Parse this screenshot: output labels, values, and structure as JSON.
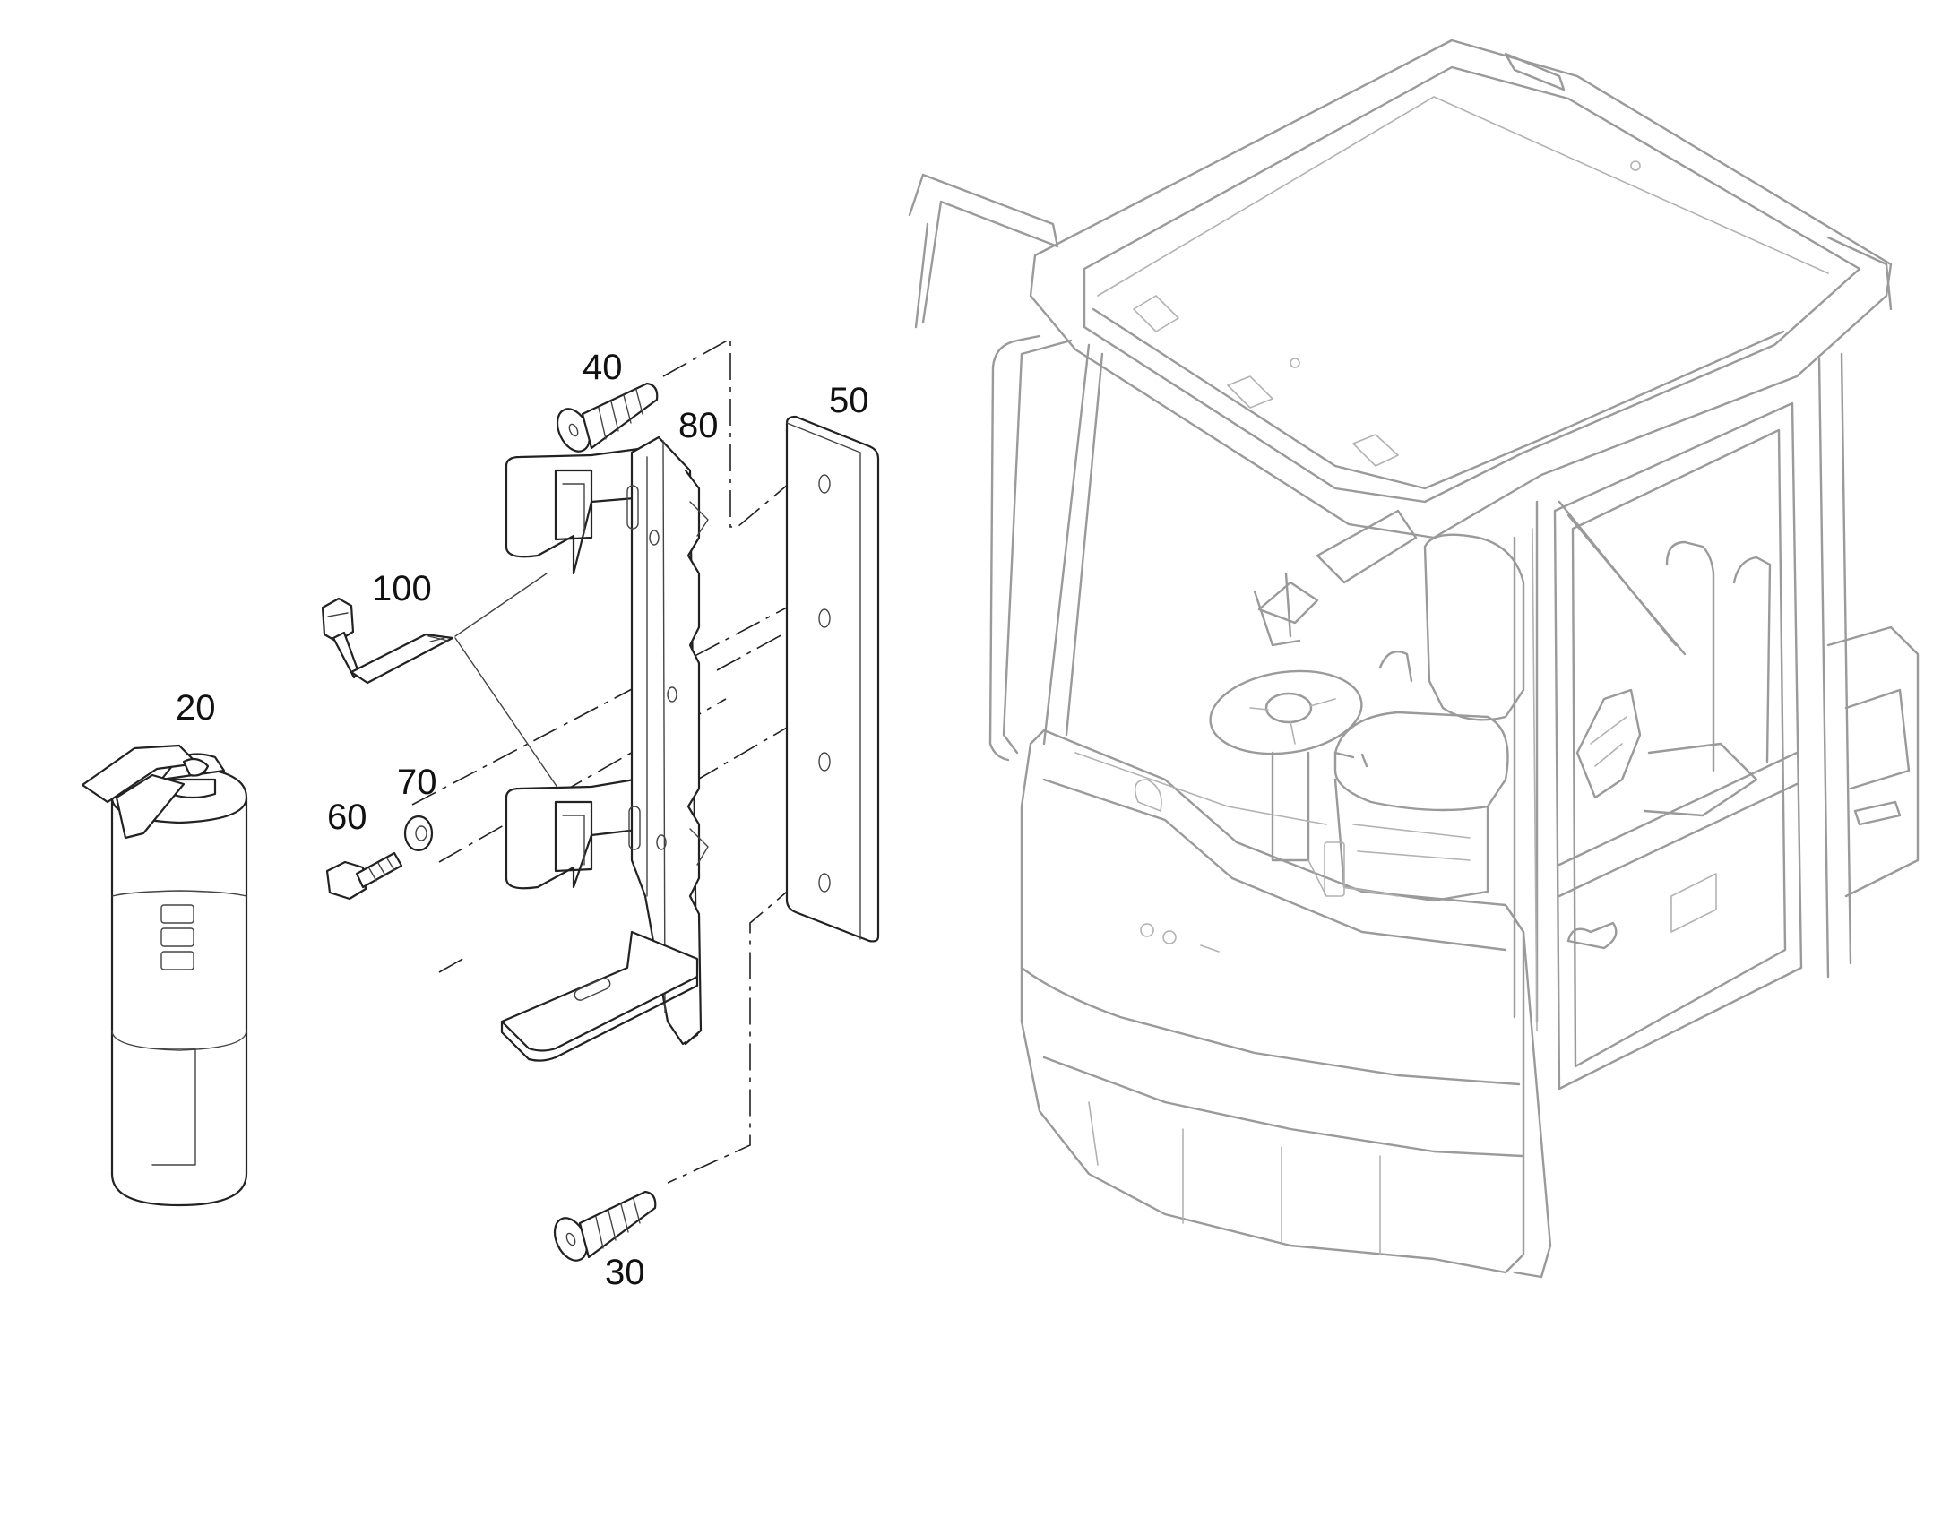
{
  "callouts": {
    "c20": "20",
    "c30": "30",
    "c40": "40",
    "c50": "50",
    "c60": "60",
    "c70": "70",
    "c80": "80",
    "c100": "100"
  }
}
